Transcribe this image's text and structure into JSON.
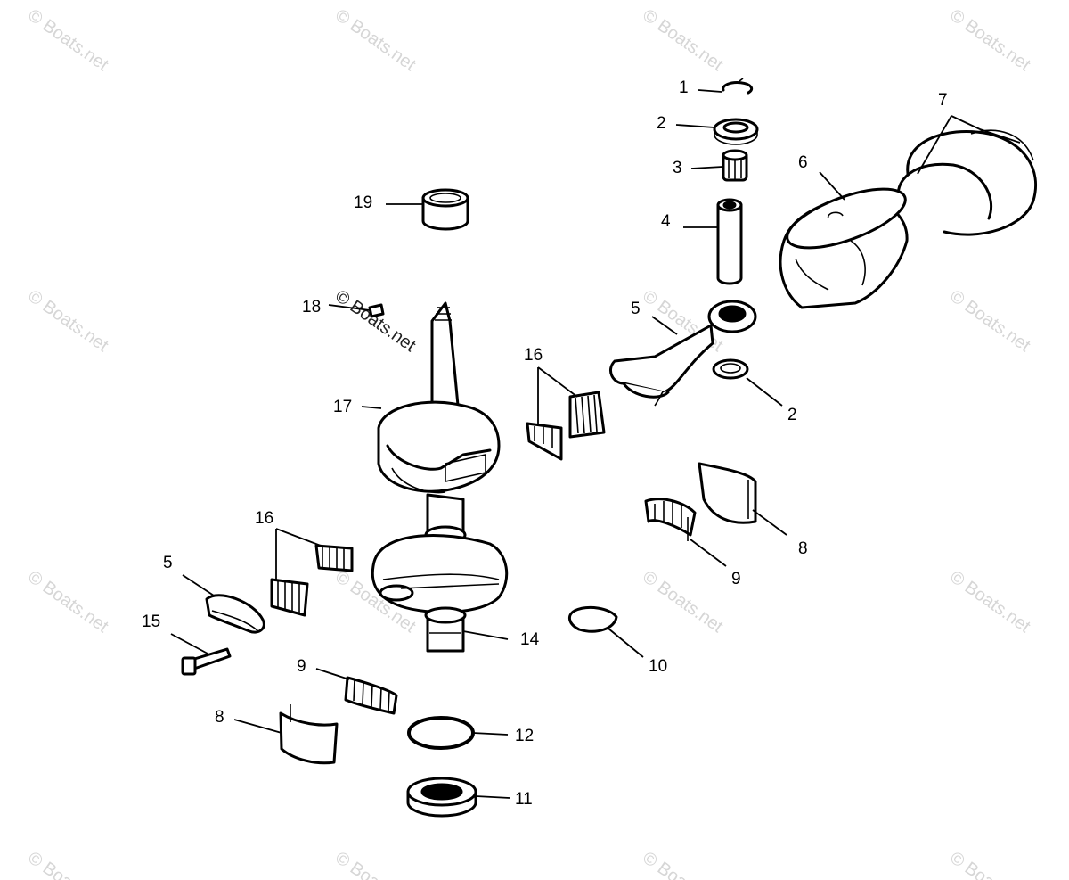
{
  "watermark": {
    "text": "© Boats.net"
  },
  "callouts": {
    "c1": "1",
    "c2a": "2",
    "c3": "3",
    "c4": "4",
    "c5a": "5",
    "c6": "6",
    "c7": "7",
    "c19": "19",
    "c18": "18",
    "c16a": "16",
    "c2b": "2",
    "c17": "17",
    "c8a": "8",
    "c9a": "9",
    "c16b": "16",
    "c5b": "5",
    "c15": "15",
    "c14": "14",
    "c10": "10",
    "c9b": "9",
    "c8b": "8",
    "c12": "12",
    "c11": "11"
  }
}
